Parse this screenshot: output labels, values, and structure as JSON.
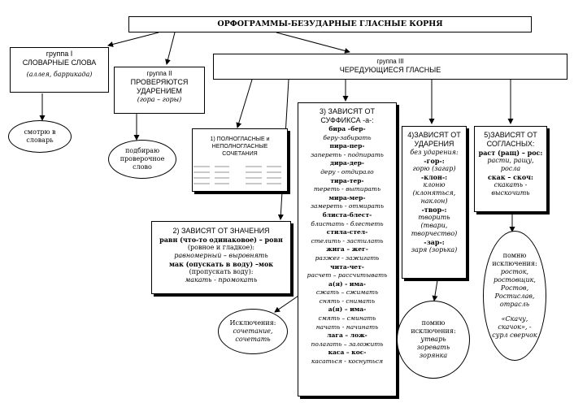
{
  "title": "ОРФОГРАММЫ-БЕЗУДАРНЫЕ ГЛАСНЫЕ КОРНЯ",
  "group1": {
    "title": "группа I",
    "heading": "СЛОВАРНЫЕ СЛОВА",
    "example": "(аллея, баррикада)"
  },
  "group1_note": {
    "line1": "смотрю в",
    "line2": "словарь"
  },
  "group2": {
    "title": "группа II",
    "line1": "ПРОВЕРЯЮТСЯ",
    "line2": "УДАРЕНИЕМ",
    "example": "(гора – горы)"
  },
  "group2_note": {
    "line1": "подбираю",
    "line2": "проверочное",
    "line3": "слово"
  },
  "group3": {
    "title": "группа III",
    "heading": "ЧЕРЕДУЮЩИЕСЯ ГЛАСНЫЕ"
  },
  "sub1": {
    "line1": "1) ПОЛНОГЛАСНЫЕ и",
    "line2": "НЕПОЛНОГЛАСНЫЕ",
    "line3": "СОЧЕТАНИЯ"
  },
  "sub2": {
    "heading": "2) ЗАВИСЯТ ОТ ЗНАЧЕНИЯ",
    "lines": [
      "равн (что-то одинаковое) – ровн",
      "(ровное и гладкое):",
      "равномерный – выровнять",
      "мак (опускать в воду) –мок",
      "(пропускать воду):",
      "макать - промокать"
    ]
  },
  "sub2_note": {
    "line1": "Исключения:",
    "line2": "сочетание,",
    "line3": "сочетать"
  },
  "sub3": {
    "heading1": "3) ЗАВИСЯТ ОТ",
    "heading2": "СУФФИКСА -а-:",
    "lines": [
      "бира –бер-",
      "беру-забирать",
      "пира-пер-",
      "запереть - подпирать",
      "дира-дер-",
      "деру - отдирало",
      "тира-тер-",
      "тереть - вытирать",
      "мира-мер-",
      "замереть - отмирать",
      "блиста-блест-",
      "блистать - блестеть",
      "стила-стел-",
      "стелить - застилать",
      "жига – жег-",
      "разжег - зажигать",
      "чита-чет-",
      "расчет – рассчитывать",
      "а(я) - има-",
      "сжать – сжимать",
      "снять - снимать",
      "а(я) – има-",
      "смять – сминать",
      "начать - начинать",
      "лага – лож-",
      "полагать – заложить",
      "каса – кос-",
      "касаться - коснуться"
    ]
  },
  "sub4": {
    "heading1": "4)ЗАВИСЯТ ОТ",
    "heading2": "УДАРЕНИЯ",
    "lines": [
      "без ударения:",
      "-гор-:",
      "горю (загар)",
      "-клон-:",
      "клоню",
      "(клоняться,",
      "наклон)",
      "-твор-:",
      "творить",
      "(твари,",
      "творчество)",
      "-зар-:",
      "заря (зорька)"
    ]
  },
  "sub4_note": {
    "line1": "помню",
    "line2": "исключения:",
    "line3": "утварь",
    "line4": "зоревать",
    "line5": "зорянка"
  },
  "sub5": {
    "heading1": "5)ЗАВИСЯТ ОТ",
    "heading2": "СОГЛАСНЫХ:",
    "lines": [
      "раст (ращ) – рос:",
      "расти, ращу,",
      "росла",
      "скак – скоч:",
      "скакать -",
      "выскочить"
    ]
  },
  "sub5_note": {
    "line1": "помню",
    "line2": "исключения:",
    "line3": "росток,",
    "line4": "ростовщик,",
    "line5": "Ростов,",
    "line6": "Ростислав,",
    "line7": "отрасль",
    "line8": "«Скачу,",
    "line9": "скачок»,  -",
    "line10": "сурл сверчок"
  }
}
